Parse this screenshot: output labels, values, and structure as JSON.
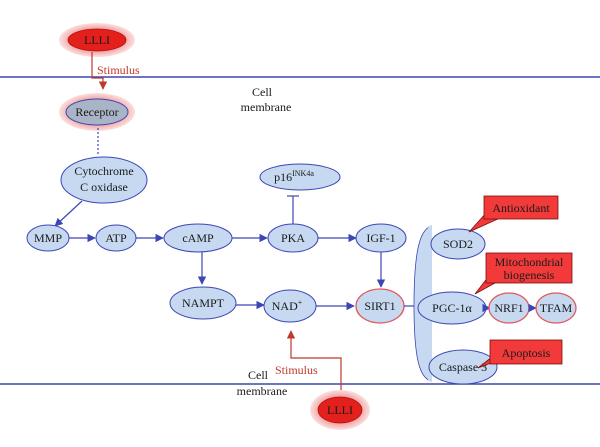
{
  "colors": {
    "membrane": "#3c46b4",
    "node_fill": "#c6d9f1",
    "node_stroke": "#3c46b4",
    "red_outline": "#e05a5a",
    "lli_fill": "#e3201b",
    "lli_glow": "#f0a0a0",
    "receptor_fill": "#a9b4c6",
    "stimulus": "#c0392b",
    "callout_fill": "#f23a3a",
    "bracket_fill": "#c6d9f1"
  },
  "membrane_labels": {
    "top": [
      "Cell",
      "membrane"
    ],
    "bottom": [
      "Cell",
      "membrane"
    ]
  },
  "stimulus_label": "Stimulus",
  "nodes": {
    "lli_top": "LLLI",
    "receptor": "Receptor",
    "cytochrome": [
      "Cytochrome",
      "C oxidase"
    ],
    "mmp": "MMP",
    "atp": "ATP",
    "camp": "cAMP",
    "pka": "PKA",
    "p16": {
      "base": "p16",
      "sup": "INK4a"
    },
    "igf1": "IGF-1",
    "nampt": "NAMPT",
    "nad": {
      "base": "NAD",
      "sup": "+"
    },
    "sirt1": "SIRT1",
    "sod2": "SOD2",
    "pgc1a": "PGC-1α",
    "nrf1": "NRF1",
    "tfam": "TFAM",
    "caspase3": "Caspase 3",
    "lli_bottom": "LLLI"
  },
  "callouts": {
    "antioxidant": "Antioxidant",
    "mito": [
      "Mitochondrial",
      "biogenesis"
    ],
    "apoptosis": "Apoptosis"
  }
}
